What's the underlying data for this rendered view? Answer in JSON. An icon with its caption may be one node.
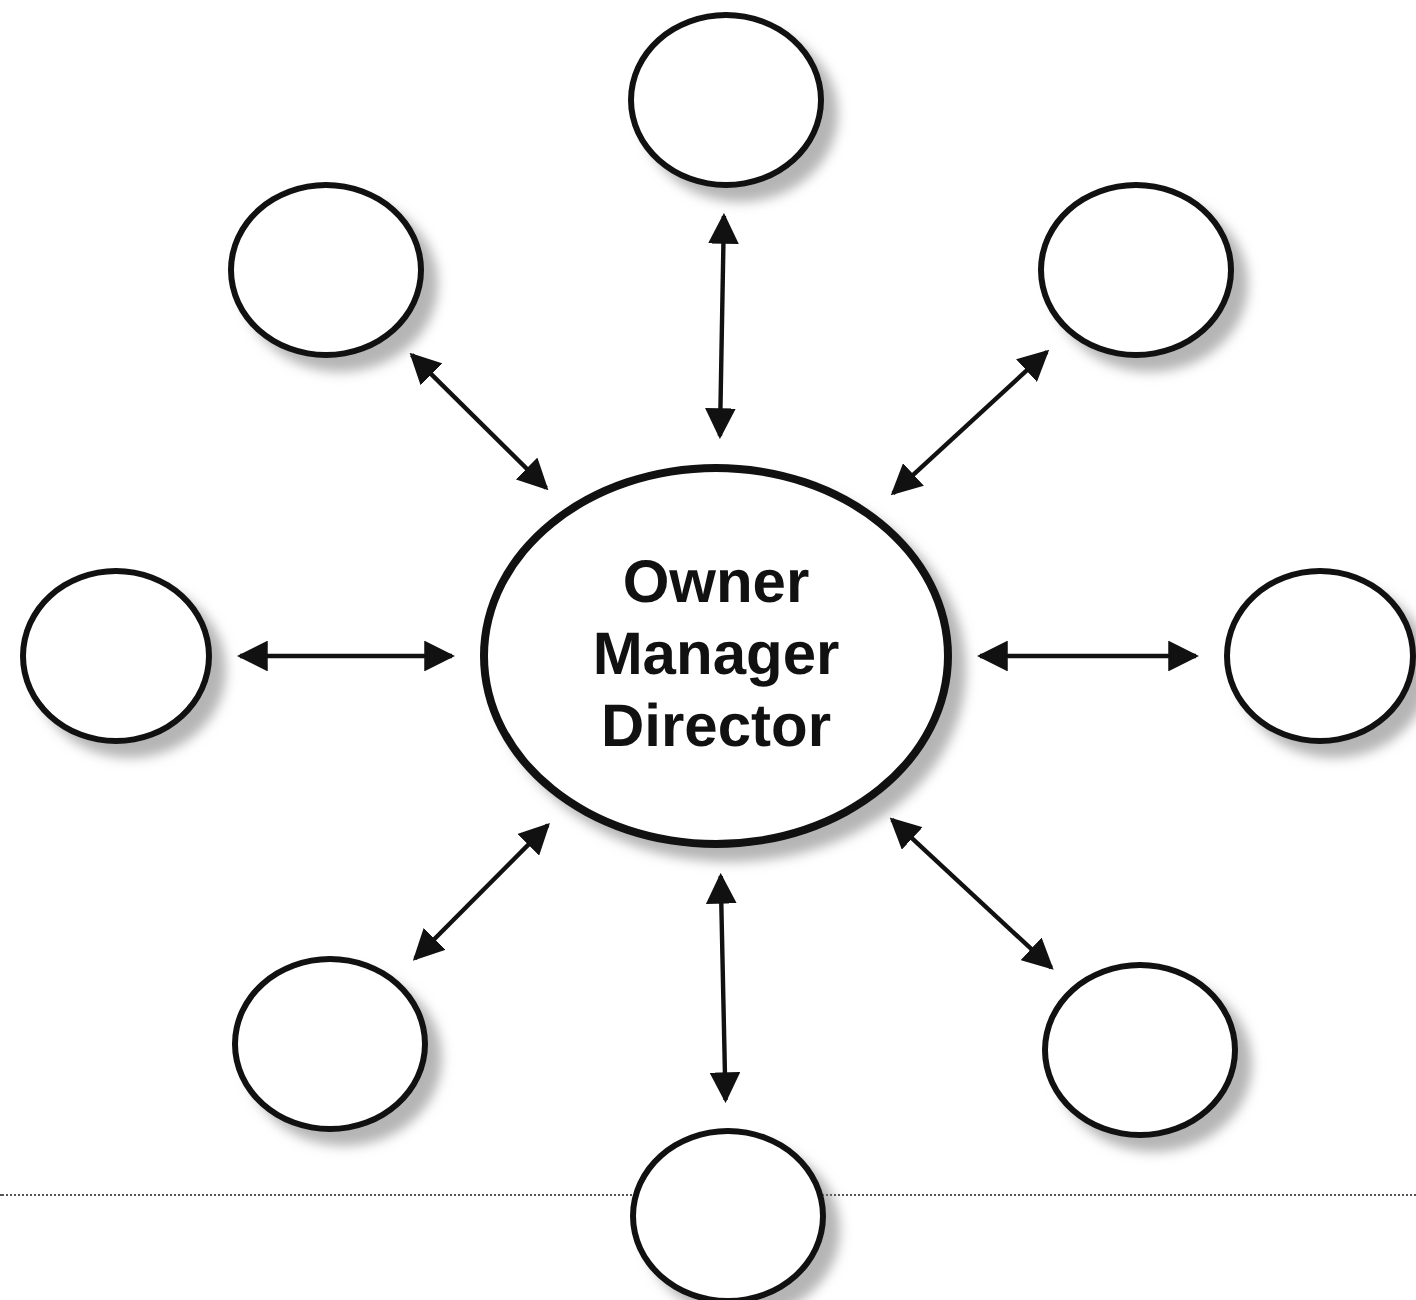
{
  "diagram": {
    "nodes": [
      {
        "text": [],
        "shape": "circle"
      },
      {
        "text": [],
        "shape": "circle"
      },
      {
        "text": [],
        "shape": "circle"
      },
      {
        "text": [],
        "shape": "circle"
      },
      {
        "text": [
          "Owner Manager Director"
        ]
      },
      {
        "text": [],
        "shape": "circle"
      },
      {
        "text": [],
        "shape": "circle"
      },
      {
        "text": [],
        "shape": "circle"
      },
      {
        "text": [],
        "shape": "circle"
      }
    ],
    "edges": [
      {
        "from": 4,
        "to": 0,
        "arrow": "both"
      },
      {
        "from": 4,
        "to": 1,
        "arrow": "both"
      },
      {
        "from": 4,
        "to": 2,
        "arrow": "both"
      },
      {
        "from": 4,
        "to": 3,
        "arrow": "both"
      },
      {
        "from": 4,
        "to": 5,
        "arrow": "both"
      },
      {
        "from": 4,
        "to": 6,
        "arrow": "both"
      },
      {
        "from": 4,
        "to": 7,
        "arrow": "both"
      },
      {
        "from": 4,
        "to": 8,
        "arrow": "both"
      }
    ]
  }
}
